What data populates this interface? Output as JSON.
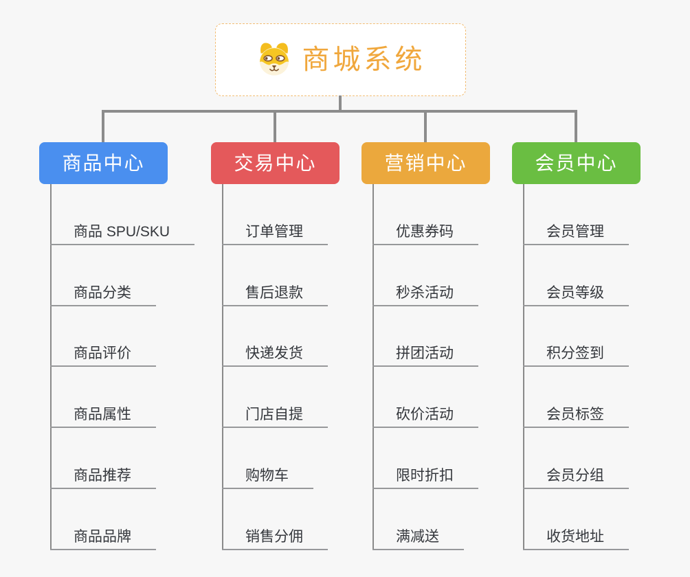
{
  "root": {
    "title": "商城系统",
    "icon": "dog-face-icon",
    "accent_color": "#F0A73C",
    "border_color": "#F2BC72"
  },
  "branches": [
    {
      "label": "商品中心",
      "color": "#4A8FEF",
      "items": [
        "商品 SPU/SKU",
        "商品分类",
        "商品评价",
        "商品属性",
        "商品推荐",
        "商品品牌"
      ]
    },
    {
      "label": "交易中心",
      "color": "#E4595B",
      "items": [
        "订单管理",
        "售后退款",
        "快递发货",
        "门店自提",
        "购物车",
        "销售分佣"
      ]
    },
    {
      "label": "营销中心",
      "color": "#EBA83D",
      "items": [
        "优惠券码",
        "秒杀活动",
        "拼团活动",
        "砍价活动",
        "限时折扣",
        "满减送"
      ]
    },
    {
      "label": "会员中心",
      "color": "#6ABE42",
      "items": [
        "会员管理",
        "会员等级",
        "积分签到",
        "会员标签",
        "会员分组",
        "收货地址"
      ]
    }
  ],
  "colors": {
    "background": "#F7F7F7",
    "connector": "#8C8C8C",
    "underline": "#97989A",
    "topic_text": "#34373C"
  }
}
